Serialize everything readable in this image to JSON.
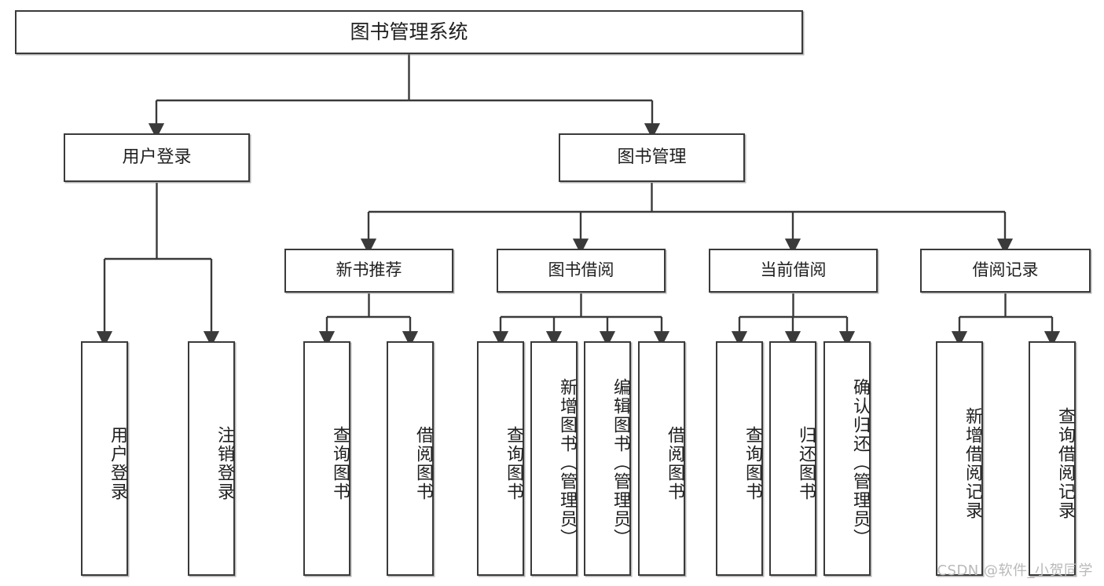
{
  "diagram": {
    "type": "tree",
    "title": "图书管理系统",
    "root": {
      "id": "root",
      "label": "图书管理系统"
    },
    "level2": [
      {
        "id": "user-login",
        "label": "用户登录"
      },
      {
        "id": "book-manage",
        "label": "图书管理"
      }
    ],
    "level3": [
      {
        "id": "new-book-rec",
        "label": "新书推荐",
        "parent": "book-manage"
      },
      {
        "id": "book-borrow",
        "label": "图书借阅",
        "parent": "book-manage"
      },
      {
        "id": "current-borrow",
        "label": "当前借阅",
        "parent": "book-manage"
      },
      {
        "id": "borrow-record",
        "label": "借阅记录",
        "parent": "book-manage"
      }
    ],
    "leaves": {
      "user_login": [
        {
          "id": "leaf-user-login",
          "label": "用户登录"
        },
        {
          "id": "leaf-logout-login",
          "label": "注销登录"
        }
      ],
      "new_book_rec": [
        {
          "id": "leaf-query-book-1",
          "label": "查询图书"
        },
        {
          "id": "leaf-borrow-book-1",
          "label": "借阅图书"
        }
      ],
      "book_borrow": [
        {
          "id": "leaf-query-book-2",
          "label": "查询图书"
        },
        {
          "id": "leaf-add-book",
          "label": "新增图书（管理员）"
        },
        {
          "id": "leaf-edit-book",
          "label": "编辑图书（管理员）"
        },
        {
          "id": "leaf-borrow-book-2",
          "label": "借阅图书"
        }
      ],
      "current_borrow": [
        {
          "id": "leaf-query-book-3",
          "label": "查询图书"
        },
        {
          "id": "leaf-return-book",
          "label": "归还图书"
        },
        {
          "id": "leaf-confirm-return",
          "label": "确认归还（管理员）"
        }
      ],
      "borrow_record": [
        {
          "id": "leaf-add-record",
          "label": "新增借阅记录"
        },
        {
          "id": "leaf-query-record",
          "label": "查询借阅记录"
        }
      ]
    },
    "colors": {
      "box_border": "#3a3a3a",
      "box_fill": "#ffffff",
      "connector": "#3a3a3a",
      "text": "#1f1f1f",
      "watermark": "#b9b9b9"
    }
  },
  "watermark": {
    "text": "CSDN @软件_小贺同学"
  }
}
